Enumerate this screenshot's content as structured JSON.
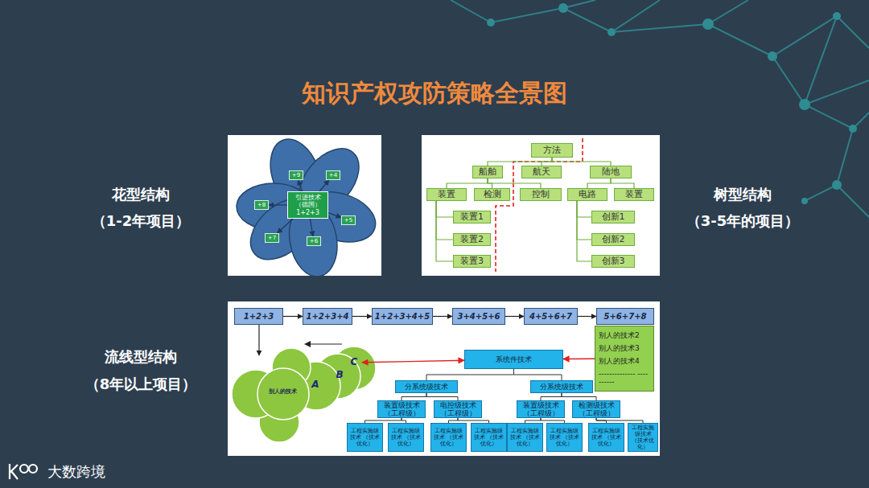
{
  "diagram": {
    "title": "知识产权攻防策略全景图",
    "nodes": [
      {
        "text": [
          "引进技术 （德国） 1+2+3"
        ]
      },
      {
        "text": [
          "+9"
        ]
      },
      {
        "text": [
          "+4"
        ]
      },
      {
        "text": [
          "+8"
        ]
      },
      {
        "text": [
          "+5"
        ]
      },
      {
        "text": [
          "+7"
        ]
      },
      {
        "text": [
          "+6"
        ]
      },
      {
        "text": [
          "方法"
        ]
      },
      {
        "text": [
          "船舶"
        ]
      },
      {
        "text": [
          "航天"
        ]
      },
      {
        "text": [
          "陆地"
        ]
      },
      {
        "text": [
          "装置"
        ]
      },
      {
        "text": [
          "检测"
        ]
      },
      {
        "text": [
          "控制"
        ]
      },
      {
        "text": [
          "电路"
        ]
      },
      {
        "text": [
          "装置"
        ]
      },
      {
        "text": [
          "装置1"
        ]
      },
      {
        "text": [
          "装置2"
        ]
      },
      {
        "text": [
          "装置3"
        ]
      },
      {
        "text": [
          "创新1"
        ]
      },
      {
        "text": [
          "创新2"
        ]
      },
      {
        "text": [
          "创新3"
        ]
      },
      {
        "text": [
          "1+2+3"
        ]
      },
      {
        "text": [
          "1+2+3+4"
        ]
      },
      {
        "text": [
          "1+2+3+4+5"
        ]
      },
      {
        "text": [
          "3+4+5+6"
        ]
      },
      {
        "text": [
          "4+5+6+7"
        ]
      },
      {
        "text": [
          "5+6+7+8"
        ]
      },
      {
        "text": [
          "别人的技术2",
          "别人的技术3",
          "别人的技术4",
          "-------------- ----------"
        ]
      },
      {
        "text": [
          "别人的技术"
        ]
      },
      {
        "text": [
          "A"
        ]
      },
      {
        "text": [
          "B"
        ]
      },
      {
        "text": [
          "C"
        ]
      },
      {
        "text": [
          "系统件技术"
        ]
      },
      {
        "text": [
          "分系统级技术"
        ]
      },
      {
        "text": [
          "分系统级技术"
        ]
      },
      {
        "text": [
          "装置级技术 （工程级）"
        ]
      },
      {
        "text": [
          "电控级技术 （工程级）"
        ]
      },
      {
        "text": [
          "装置级技术 （工程级）"
        ]
      },
      {
        "text": [
          "检测级技术 （工程级）"
        ]
      },
      {
        "text": [
          "工程实施级技术 （技术优化）"
        ]
      },
      {
        "text": [
          "工程实施级技术 （技术优化）"
        ]
      },
      {
        "text": [
          "工程实施级技术 （技术优化）"
        ]
      },
      {
        "text": [
          "工程实施级技术 （技术优化）"
        ]
      },
      {
        "text": [
          "工程实施级技术 （技术优化）"
        ]
      },
      {
        "text": [
          "工程实施级技术 （技术优化）"
        ]
      },
      {
        "text": [
          "工程实施级技术 （技术优化）"
        ]
      },
      {
        "text": [
          "工程实施级技术 （技术优化）"
        ]
      }
    ],
    "edges": [
      {
        "from": 0,
        "to": 1,
        "arrow": "to"
      },
      {
        "from": 0,
        "to": 2,
        "arrow": "to"
      },
      {
        "from": 0,
        "to": 3,
        "arrow": "to"
      },
      {
        "from": 0,
        "to": 4,
        "arrow": "to"
      },
      {
        "from": 0,
        "to": 5,
        "arrow": "to"
      },
      {
        "from": 0,
        "to": 6,
        "arrow": "to"
      },
      {
        "from": 7,
        "to": 8,
        "arrow": "none"
      },
      {
        "from": 7,
        "to": 9,
        "arrow": "none"
      },
      {
        "from": 7,
        "to": 10,
        "arrow": "none"
      },
      {
        "from": 8,
        "to": 11,
        "arrow": "none"
      },
      {
        "from": 8,
        "to": 12,
        "arrow": "none"
      },
      {
        "from": 8,
        "to": 13,
        "arrow": "none"
      },
      {
        "from": 10,
        "to": 14,
        "arrow": "none"
      },
      {
        "from": 10,
        "to": 15,
        "arrow": "none"
      },
      {
        "from": 11,
        "to": 16,
        "arrow": "none"
      },
      {
        "from": 11,
        "to": 17,
        "arrow": "none"
      },
      {
        "from": 11,
        "to": 18,
        "arrow": "none"
      },
      {
        "from": 14,
        "to": 19,
        "arrow": "none"
      },
      {
        "from": 14,
        "to": 20,
        "arrow": "none"
      },
      {
        "from": 14,
        "to": 21,
        "arrow": "none"
      },
      {
        "from": 22,
        "to": 23,
        "arrow": "to"
      },
      {
        "from": 23,
        "to": 24,
        "arrow": "to"
      },
      {
        "from": 24,
        "to": 25,
        "arrow": "to"
      },
      {
        "from": 25,
        "to": 26,
        "arrow": "to"
      },
      {
        "from": 26,
        "to": 27,
        "arrow": "to"
      },
      {
        "from": 22,
        "to": 29,
        "arrow": "to"
      },
      {
        "from": 32,
        "to": 33,
        "arrow": "both"
      },
      {
        "from": 28,
        "to": 33,
        "arrow": "to"
      },
      {
        "from": 33,
        "to": 34,
        "arrow": "none"
      },
      {
        "from": 33,
        "to": 35,
        "arrow": "none"
      },
      {
        "from": 34,
        "to": 36,
        "arrow": "none"
      },
      {
        "from": 34,
        "to": 37,
        "arrow": "none"
      },
      {
        "from": 35,
        "to": 38,
        "arrow": "none"
      },
      {
        "from": 35,
        "to": 39,
        "arrow": "none"
      },
      {
        "from": 36,
        "to": 40,
        "arrow": "none"
      },
      {
        "from": 36,
        "to": 41,
        "arrow": "none"
      },
      {
        "from": 37,
        "to": 42,
        "arrow": "none"
      },
      {
        "from": 37,
        "to": 43,
        "arrow": "none"
      },
      {
        "from": 38,
        "to": 44,
        "arrow": "none"
      },
      {
        "from": 38,
        "to": 45,
        "arrow": "none"
      },
      {
        "from": 39,
        "to": 46,
        "arrow": "none"
      },
      {
        "from": 39,
        "to": 47,
        "arrow": "none"
      }
    ],
    "labels": [
      "花型结构",
      "（1-2年项目）",
      "树型结构",
      "（3-5年的项目）",
      "流线型结构",
      "（8年以上项目）",
      "大数跨境"
    ]
  }
}
